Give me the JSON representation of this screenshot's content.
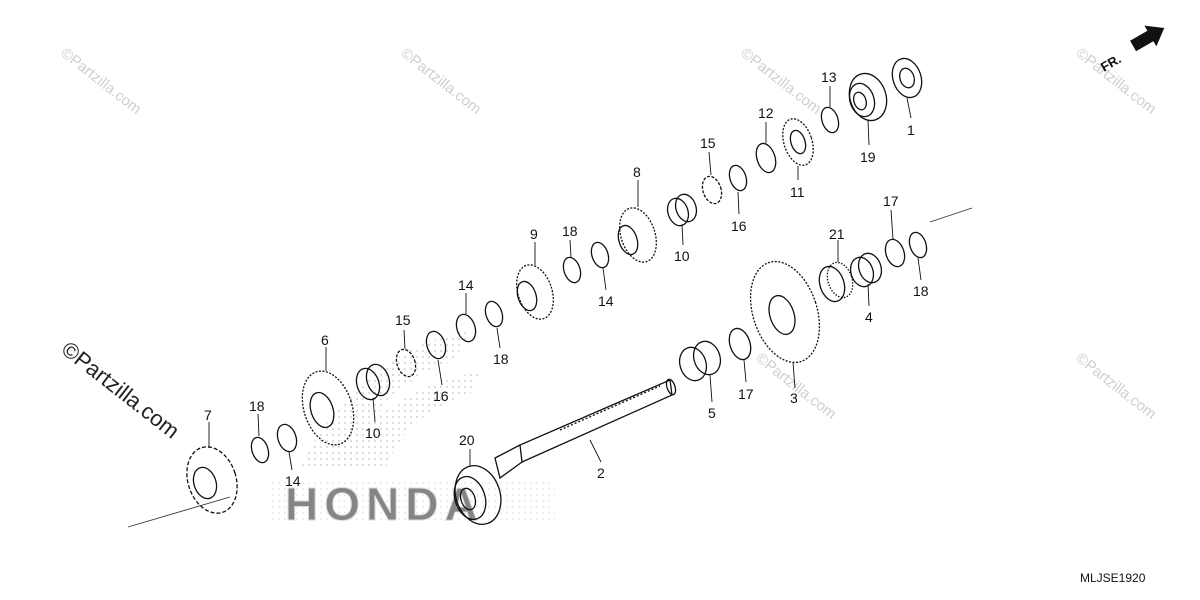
{
  "diagram": {
    "direction_label": "FR.",
    "diagram_code": "MLJSE1920",
    "watermark_text": "©Partzilla.com",
    "background_logo": "HONDA",
    "callouts": [
      {
        "id": "c1",
        "label": "1"
      },
      {
        "id": "c2",
        "label": "2"
      },
      {
        "id": "c3",
        "label": "3"
      },
      {
        "id": "c4",
        "label": "4"
      },
      {
        "id": "c5",
        "label": "5"
      },
      {
        "id": "c6",
        "label": "6"
      },
      {
        "id": "c7",
        "label": "7"
      },
      {
        "id": "c8",
        "label": "8"
      },
      {
        "id": "c9",
        "label": "9"
      },
      {
        "id": "c10a",
        "label": "10"
      },
      {
        "id": "c10b",
        "label": "10"
      },
      {
        "id": "c11",
        "label": "11"
      },
      {
        "id": "c12",
        "label": "12"
      },
      {
        "id": "c13",
        "label": "13"
      },
      {
        "id": "c14a",
        "label": "14"
      },
      {
        "id": "c14b",
        "label": "14"
      },
      {
        "id": "c14c",
        "label": "14"
      },
      {
        "id": "c15a",
        "label": "15"
      },
      {
        "id": "c15b",
        "label": "15"
      },
      {
        "id": "c16a",
        "label": "16"
      },
      {
        "id": "c16b",
        "label": "16"
      },
      {
        "id": "c17a",
        "label": "17"
      },
      {
        "id": "c17b",
        "label": "17"
      },
      {
        "id": "c18a",
        "label": "18"
      },
      {
        "id": "c18b",
        "label": "18"
      },
      {
        "id": "c18c",
        "label": "18"
      },
      {
        "id": "c18d",
        "label": "18"
      },
      {
        "id": "c19",
        "label": "19"
      },
      {
        "id": "c20",
        "label": "20"
      },
      {
        "id": "c21",
        "label": "21"
      }
    ]
  }
}
